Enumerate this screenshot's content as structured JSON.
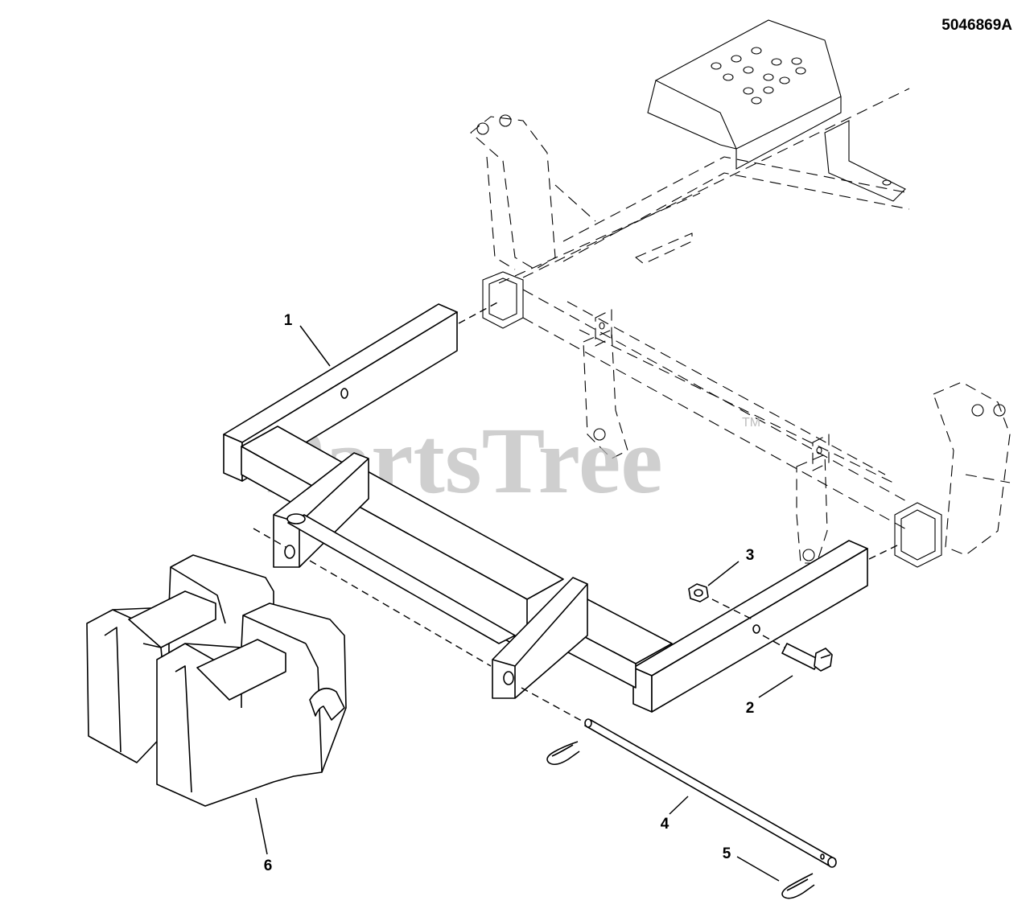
{
  "doc_id": "5046869A",
  "watermark": {
    "brand": "PartsTree",
    "trademark": "TM"
  },
  "callouts": [
    {
      "label": "1",
      "part": "weight bracket bar"
    },
    {
      "label": "2",
      "part": "hex bolt"
    },
    {
      "label": "3",
      "part": "hex lock nut"
    },
    {
      "label": "4",
      "part": "pin"
    },
    {
      "label": "5",
      "part": "hair pin clip"
    },
    {
      "label": "6",
      "part": "suitcase weight"
    }
  ],
  "colors": {
    "line": "#000000",
    "background": "#ffffff",
    "watermark": "#bdbdbd"
  }
}
